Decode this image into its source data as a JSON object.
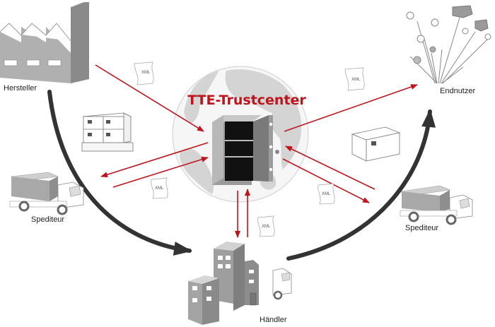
{
  "title": "TTE-Trustcenter",
  "colors": {
    "accent": "#c0141c",
    "flow_arrow": "#333333",
    "globe": "#d9d9d9",
    "building": "#a6a6a6"
  },
  "nodes": {
    "manufacturer": {
      "label": "Hersteller",
      "icon": "factory-icon"
    },
    "end_user": {
      "label": "Endnutzer",
      "icon": "consumers-icon"
    },
    "forwarder_left": {
      "label": "Spediteur",
      "icon": "truck-icon"
    },
    "forwarder_right": {
      "label": "Spediteur",
      "icon": "truck-icon"
    },
    "retailer": {
      "label": "Händler",
      "icon": "buildings-icon"
    },
    "trustcenter": {
      "label": "TTE-Trustcenter",
      "icon": "safe-icon"
    }
  },
  "documents": [
    {
      "label": "XML"
    },
    {
      "label": "XML"
    },
    {
      "label": "XML"
    },
    {
      "label": "XML"
    },
    {
      "label": "XML"
    }
  ],
  "goods": {
    "pallet": {
      "icon": "pallet-boxes-icon",
      "tag": "QR"
    },
    "box": {
      "icon": "cardboard-box-icon",
      "tag": "QR"
    }
  }
}
